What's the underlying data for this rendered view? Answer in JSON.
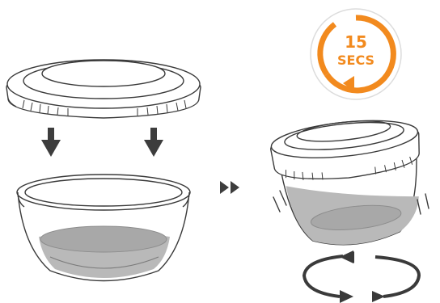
{
  "timer_badge": {
    "number": "15",
    "unit": "SECS",
    "accent_color": "#f28a1e",
    "icon": "countdown-timer-icon"
  },
  "steps": [
    {
      "name": "place-lid",
      "icons": [
        "lid-icon",
        "down-arrow-icon",
        "down-arrow-icon",
        "open-cup-icon"
      ]
    },
    {
      "name": "next",
      "icons": [
        "fast-forward-icon"
      ]
    },
    {
      "name": "shake",
      "icons": [
        "closed-cup-icon",
        "shake-lines-icon",
        "rotate-arrows-icon"
      ]
    }
  ],
  "colors": {
    "outline": "#3a3a3a",
    "liquid": "#b9b9b9",
    "liquid_dark": "#a3a3a3",
    "arrow": "#3d3d3d",
    "badge_ring": "#dcdcdc"
  }
}
